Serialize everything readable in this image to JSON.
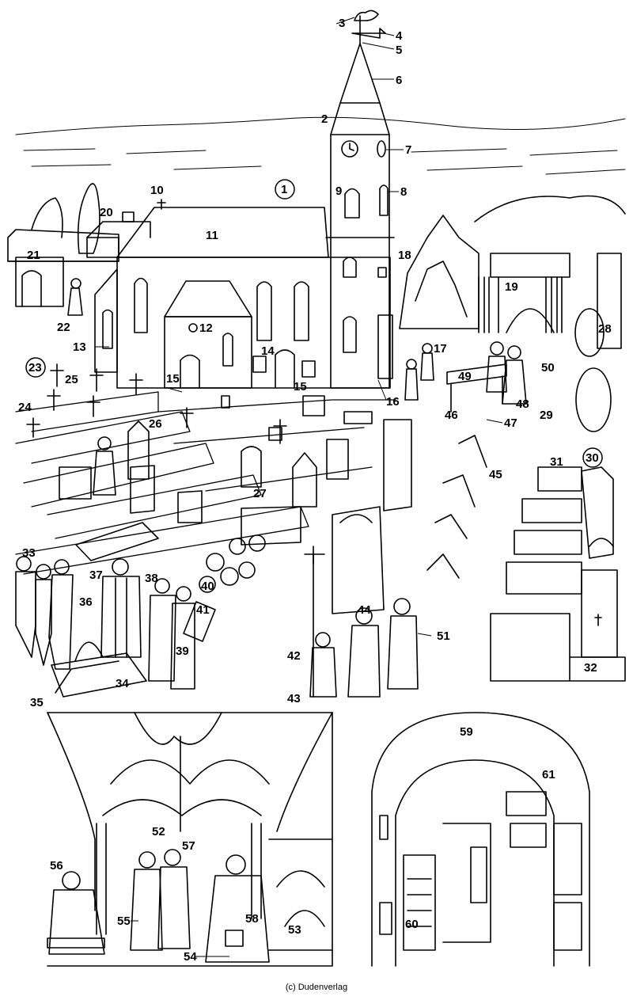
{
  "colors": {
    "ink": "#000000",
    "paper": "#ffffff"
  },
  "labels": {
    "n1": "1",
    "n2": "2",
    "n3": "3",
    "n4": "4",
    "n5": "5",
    "n6": "6",
    "n7": "7",
    "n8": "8",
    "n9": "9",
    "n10": "10",
    "n11": "11",
    "n12": "12",
    "n13": "13",
    "n14": "14",
    "n15a": "15",
    "n15b": "15",
    "n16": "16",
    "n17": "17",
    "n18": "18",
    "n19": "19",
    "n20": "20",
    "n21": "21",
    "n22": "22",
    "n23": "23",
    "n24": "24",
    "n25": "25",
    "n26": "26",
    "n27": "27",
    "n28": "28",
    "n29": "29",
    "n30": "30",
    "n31": "31",
    "n32": "32",
    "n33": "33",
    "n34": "34",
    "n35": "35",
    "n36": "36",
    "n37": "37",
    "n38": "38",
    "n39": "39",
    "n40": "40",
    "n41": "41",
    "n42": "42",
    "n43": "43",
    "n44": "44",
    "n45": "45",
    "n46": "46",
    "n47": "47",
    "n48": "48",
    "n49": "49",
    "n50": "50",
    "n51": "51",
    "n52": "52",
    "n53": "53",
    "n54": "54",
    "n55": "55",
    "n56": "56",
    "n57": "57",
    "n58": "58",
    "n59": "59",
    "n60": "60",
    "n61": "61"
  },
  "copyright": "(c) Dudenverlag"
}
